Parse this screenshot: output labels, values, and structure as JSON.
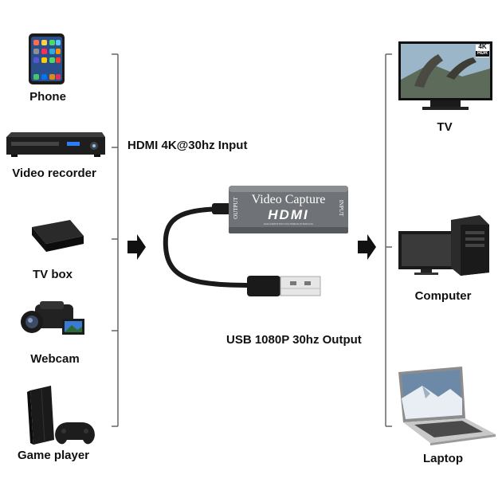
{
  "sources": [
    {
      "label": "Phone",
      "icon": "phone-icon"
    },
    {
      "label": "Video recorder",
      "icon": "video-recorder-icon"
    },
    {
      "label": "TV box",
      "icon": "tv-box-icon"
    },
    {
      "label": "Webcam",
      "icon": "webcam-icon"
    },
    {
      "label": "Game player",
      "icon": "game-console-icon"
    }
  ],
  "outputs": [
    {
      "label": "TV",
      "icon": "tv-icon"
    },
    {
      "label": "Computer",
      "icon": "computer-icon"
    },
    {
      "label": "Laptop",
      "icon": "laptop-icon"
    }
  ],
  "input_caption": "HDMI 4K@30hz Input",
  "output_caption": "USB 1080P 30hz Output",
  "device": {
    "title": "Video Capture",
    "brand": "HDMI",
    "left_port": "OUTPUT",
    "right_port": "INPUT",
    "subtitle": "HIGH-DEFINITION MULTIMEDIA INTERFACE"
  },
  "tv_badge": {
    "top": "4K",
    "bottom": "HDR"
  },
  "colors": {
    "device_body": "#6f7276",
    "cable": "#1a1a1a",
    "arrow": "#111111",
    "bracket": "#555555"
  }
}
